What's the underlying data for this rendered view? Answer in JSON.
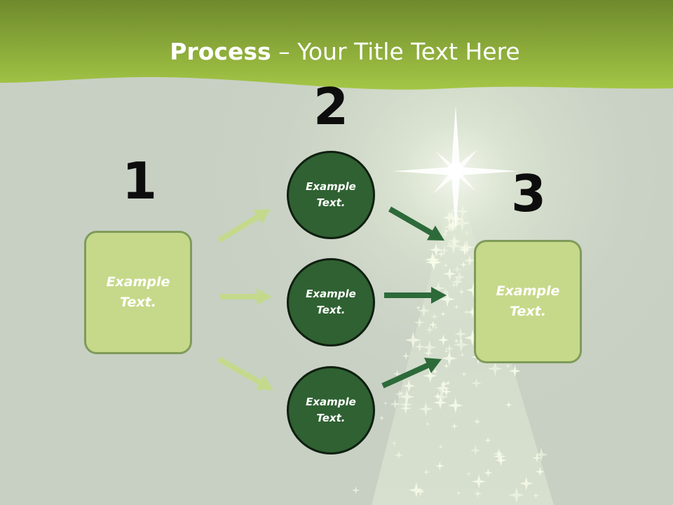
{
  "slide": {
    "title_bold": "Process",
    "title_rest": " – Your Title Text Here"
  },
  "steps": [
    {
      "number": "1",
      "box_text": [
        "Example",
        "Text."
      ]
    },
    {
      "number": "2",
      "circles": [
        [
          "Example",
          "Text."
        ],
        [
          "Example",
          "Text."
        ],
        [
          "Example",
          "Text."
        ]
      ]
    },
    {
      "number": "3",
      "box_text": [
        "Example",
        "Text."
      ]
    }
  ],
  "colors": {
    "background": "#c8d0c4",
    "banner": "#94b83e",
    "box_fill": "#c6d98a",
    "box_border": "#7f9b5a",
    "circle_fill": "#2f6132",
    "light_arrow": "#c5d98d",
    "dark_arrow": "#2d6a3a"
  }
}
